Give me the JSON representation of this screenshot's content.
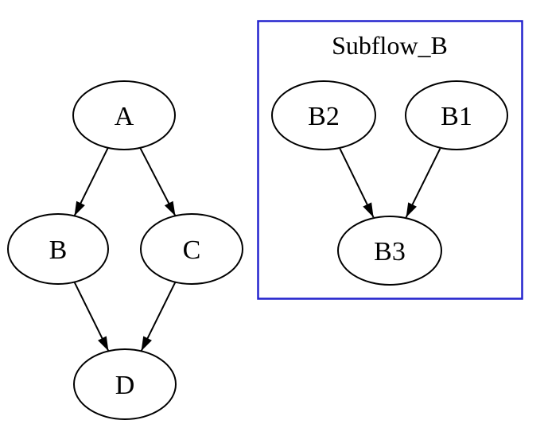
{
  "diagram": {
    "type": "directed-graph",
    "background_color": "#ffffff",
    "node_fill_color": "#ffffff",
    "node_stroke_color": "#000000",
    "edge_color": "#000000",
    "nodes": [
      {
        "id": "A",
        "label": "A"
      },
      {
        "id": "B",
        "label": "B"
      },
      {
        "id": "C",
        "label": "C"
      },
      {
        "id": "D",
        "label": "D"
      },
      {
        "id": "B2",
        "label": "B2"
      },
      {
        "id": "B1",
        "label": "B1"
      },
      {
        "id": "B3",
        "label": "B3"
      }
    ],
    "edges": [
      {
        "from": "A",
        "to": "B"
      },
      {
        "from": "A",
        "to": "C"
      },
      {
        "from": "B",
        "to": "D"
      },
      {
        "from": "C",
        "to": "D"
      },
      {
        "from": "B2",
        "to": "B3"
      },
      {
        "from": "B1",
        "to": "B3"
      }
    ],
    "cluster": {
      "label": "Subflow_B",
      "border_color": "#2323cd",
      "members": [
        "B2",
        "B1",
        "B3"
      ]
    }
  }
}
